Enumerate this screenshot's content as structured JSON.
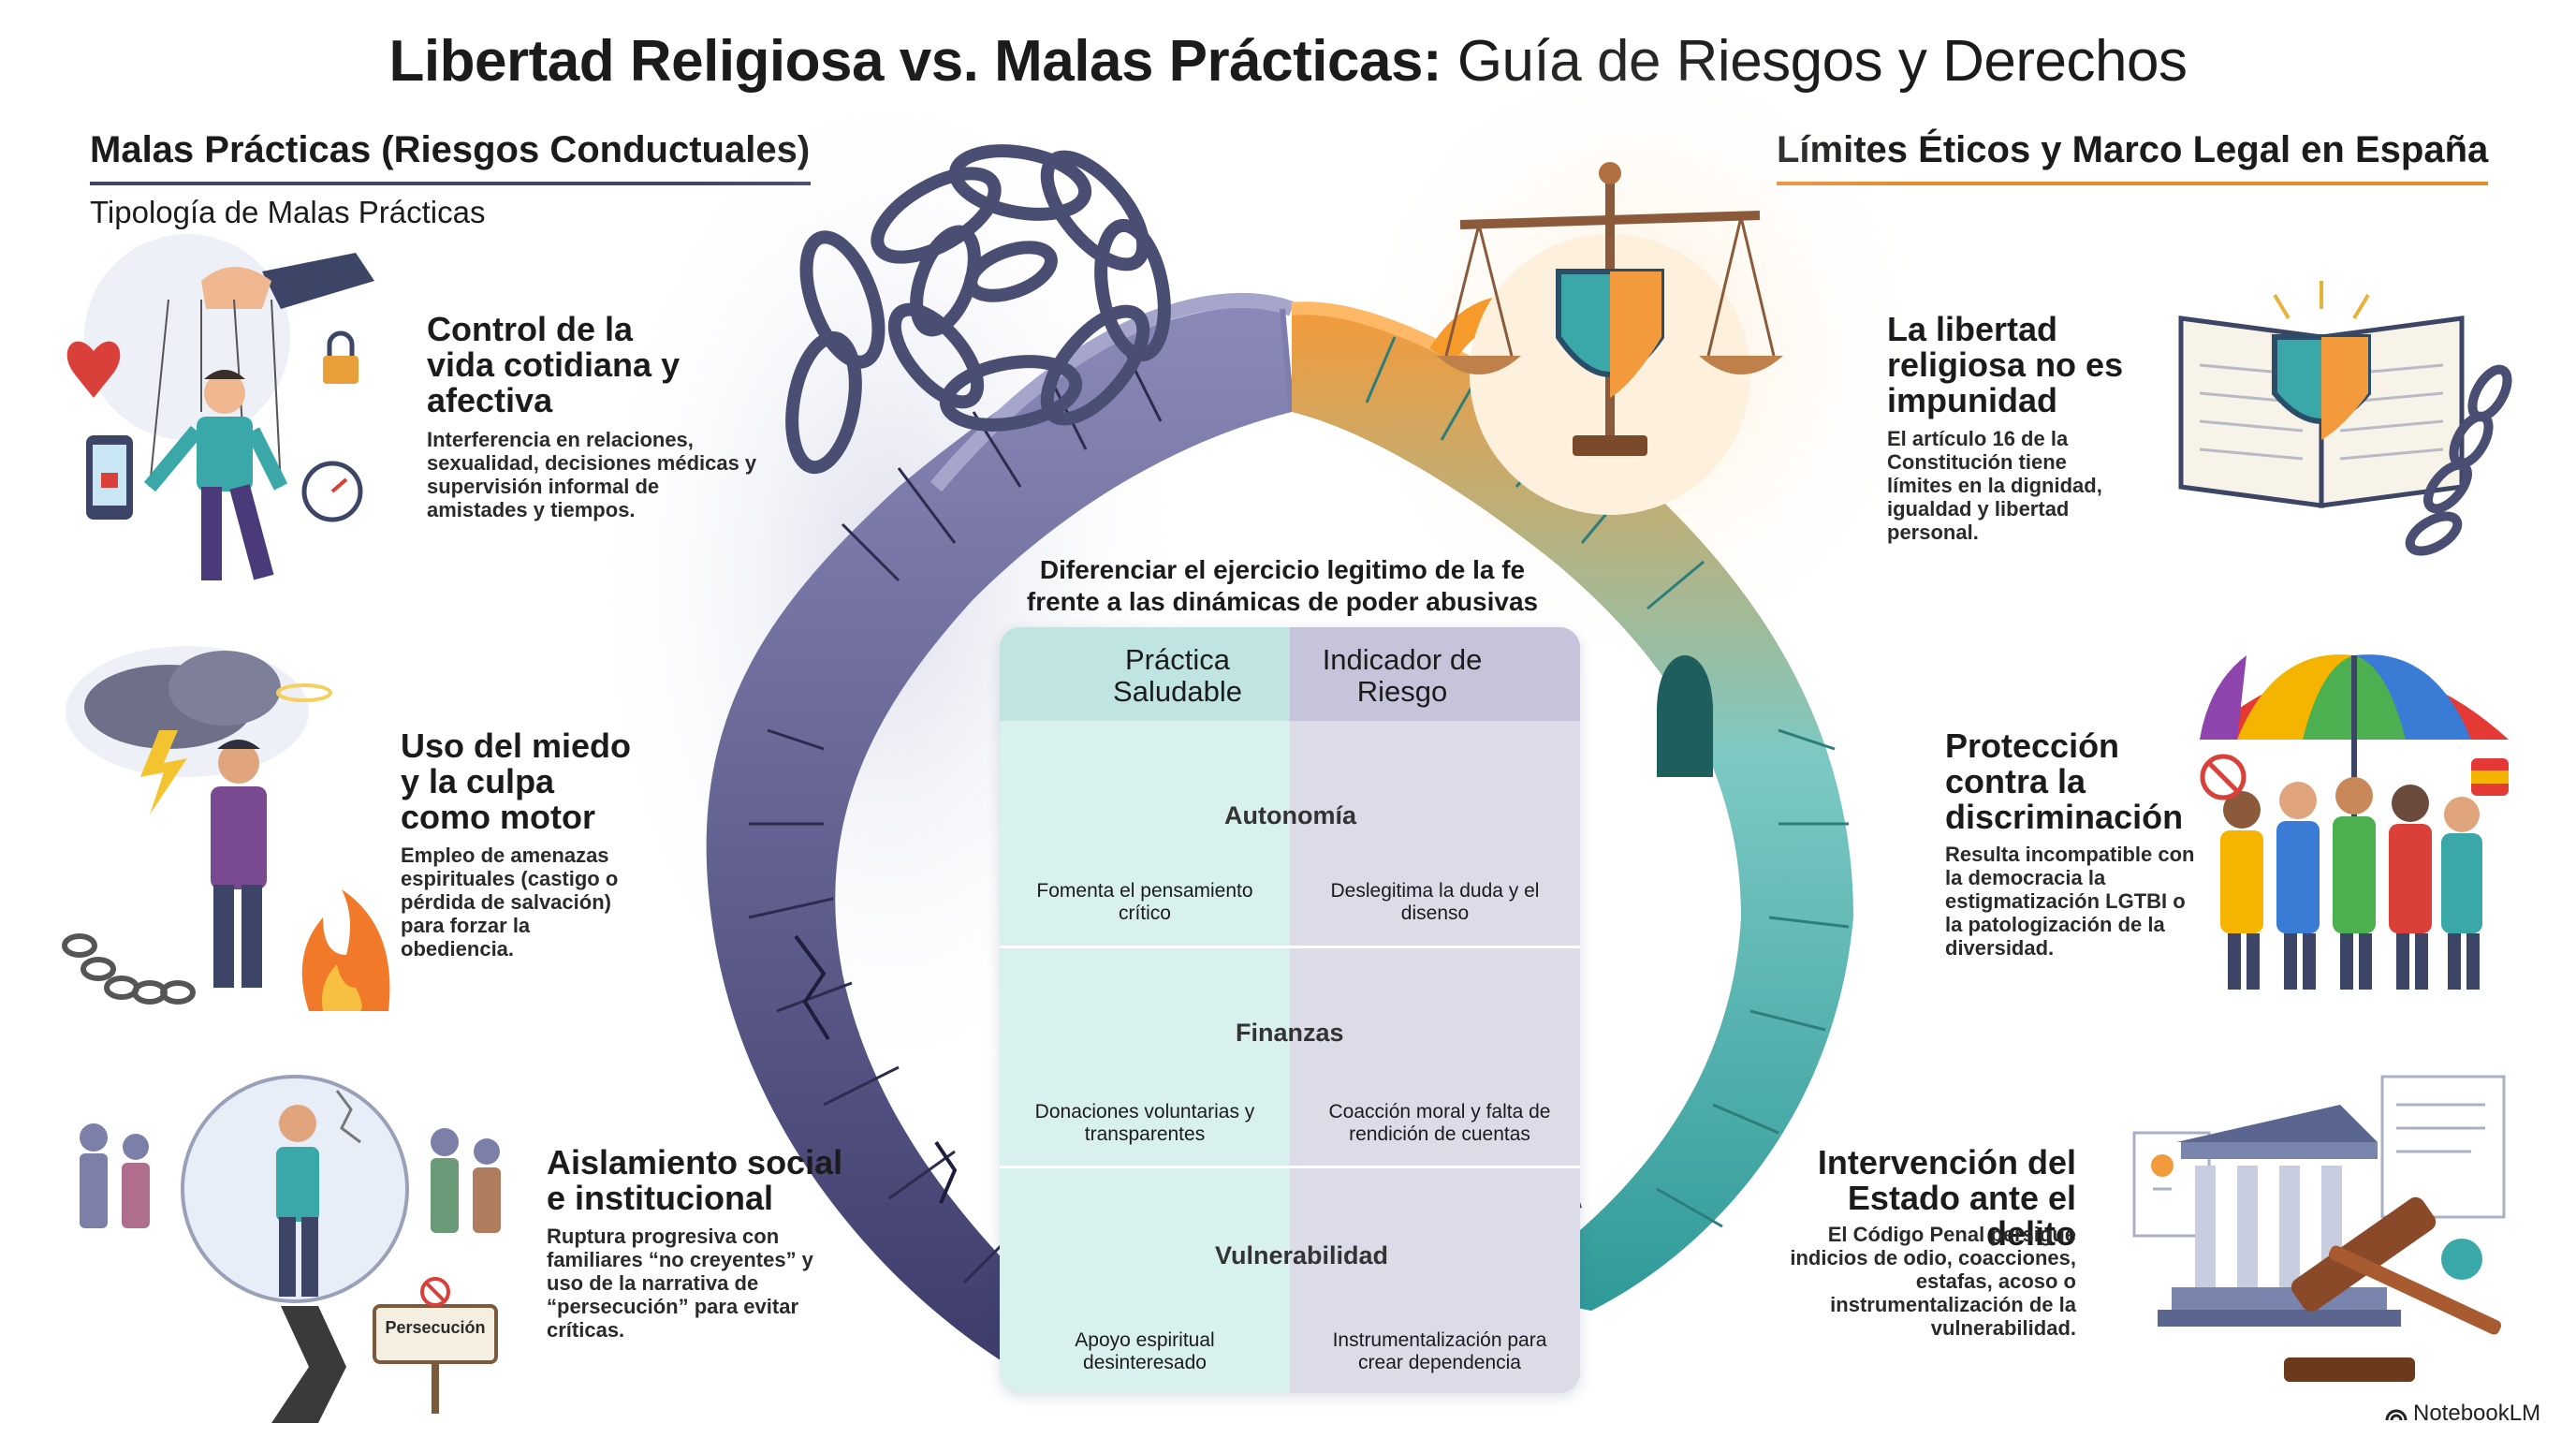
{
  "title": {
    "bold": "Libertad Religiosa vs. Malas Prácticas:",
    "regular": "Guía de Riesgos y Derechos"
  },
  "left": {
    "heading": "Malas Prácticas (Riesgos Conductuales)",
    "subheading": "Tipología de Malas Prácticas",
    "items": [
      {
        "title": "Control de la vida cotidiana y afectiva",
        "desc": "Interferencia en relaciones, sexualidad, decisiones médicas y supervisión informal de amistades y tiempos."
      },
      {
        "title": "Uso del miedo y la culpa como motor",
        "desc": "Empleo de amenazas espirituales (castigo o pérdida de salvación) para forzar la obediencia."
      },
      {
        "title": "Aislamiento social e institucional",
        "desc": "Ruptura progresiva con familiares “no creyentes” y uso de la narrativa de “persecución” para evitar críticas."
      }
    ],
    "sign_text": "Persecución"
  },
  "right": {
    "heading": "Límites Éticos y Marco Legal en España",
    "items": [
      {
        "title": "La libertad religiosa no es impunidad",
        "desc": "El artículo 16 de la Constitución tiene límites en la dignidad, igualdad y libertad personal."
      },
      {
        "title": "Protección contra la discriminación",
        "desc": "Resulta incompatible con la democracia la estigmatización LGTBI o la patologización de la diversidad."
      },
      {
        "title": "Intervención del Estado ante el delito",
        "desc": "El Código Penal persigue indicios de odio, coacciones, estafas, acoso o instrumentalización de la vulnerabilidad."
      }
    ]
  },
  "center": {
    "question": "Diferenciar el ejercicio legitimo de la fe frente a las dinámicas de poder abusivas",
    "healthy_header": "Práctica Saludable",
    "risk_header": "Indicador de Riesgo",
    "rows": [
      {
        "category": "Autonomía",
        "healthy": "Fomenta el pensamiento crítico",
        "risk": "Deslegitima la duda y el disenso"
      },
      {
        "category": "Finanzas",
        "healthy": "Donaciones voluntarias y transparentes",
        "risk": "Coacción moral y falta de rendición de cuentas"
      },
      {
        "category": "Vulnerabilidad",
        "healthy": "Apoyo espiritual desinteresado",
        "risk": "Instrumentalización para crear dependencia"
      }
    ]
  },
  "brand": "NotebookLM",
  "colors": {
    "navy": "#3d4566",
    "orange": "#e88a2c",
    "teal": "#3aa8a8",
    "healthy_bg": "#d8f0ee",
    "risk_bg": "#dcdbe8",
    "purple_stair": "#5b5a8c"
  }
}
